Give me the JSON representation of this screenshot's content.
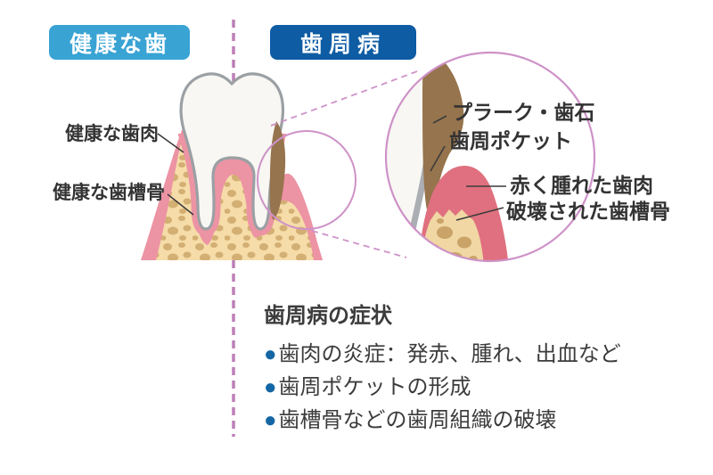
{
  "badges": {
    "healthy": "健康な歯",
    "disease": "歯周病"
  },
  "healthy_side": {
    "gum_label": "健康な歯肉",
    "bone_label": "健康な歯槽骨"
  },
  "disease_zoom": {
    "plaque_label": "プラーク・歯石",
    "pocket_label": "歯周ポケット",
    "swollen_gum_label": "赤く腫れた歯肉",
    "destroyed_bone_label": "破壊された歯槽骨"
  },
  "symptoms": {
    "heading": "歯周病の症状",
    "bullet": "●",
    "items": [
      "歯肉の炎症：発赤、腫れ、出血など",
      "歯周ポケットの形成",
      "歯槽骨などの歯周組織の破壊"
    ]
  },
  "colors": {
    "healthy_badge": "#39A3D4",
    "disease_badge": "#0D5CA4",
    "divider_pink": "#BD7EB8",
    "circle_pink": "#CE92C8",
    "gum_pink": "#EC93A4",
    "swollen_gum_pink": "#E0707F",
    "bone_tan": "#F5DCA8",
    "bone_blob": "#D3AF73",
    "plaque_brown": "#96744D",
    "tooth_fill": "#F8F7F3",
    "tooth_outline": "#9BA0A4",
    "text_dark": "#3C3C3C",
    "bullet_blue": "#1566A4"
  }
}
